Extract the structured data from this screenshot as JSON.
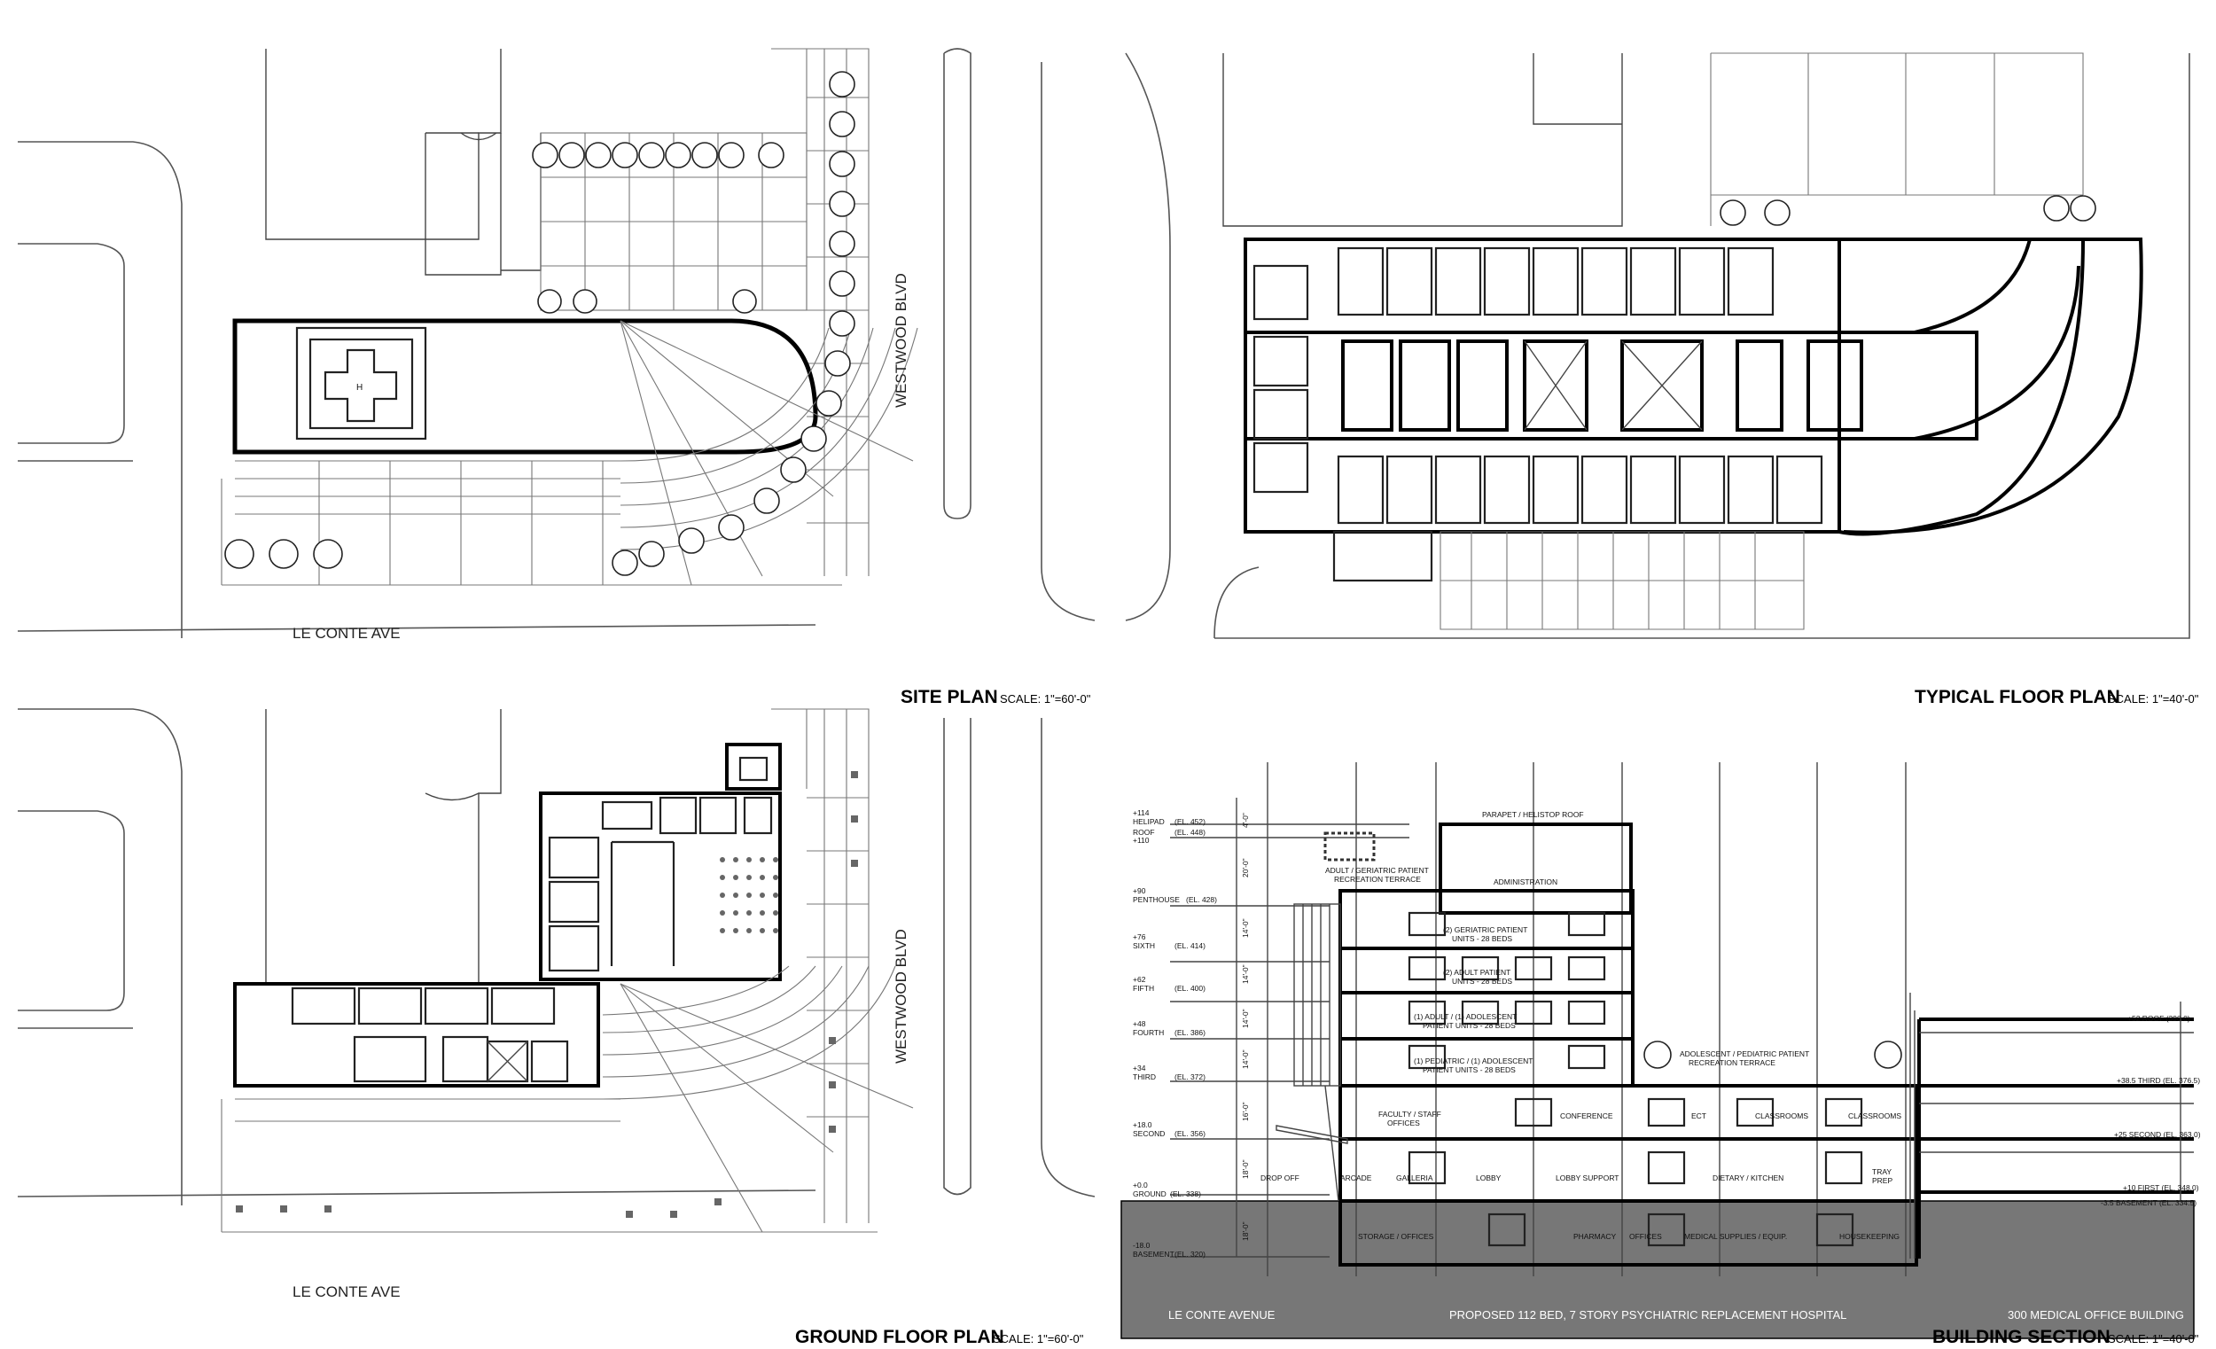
{
  "drawings": {
    "site_plan": {
      "title": "SITE PLAN",
      "scale": "SCALE: 1\"=60'-0\""
    },
    "typical_floor_plan": {
      "title": "TYPICAL FLOOR PLAN",
      "scale": "SCALE: 1\"=40'-0\""
    },
    "ground_floor_plan": {
      "title": "GROUND FLOOR PLAN",
      "scale": "SCALE: 1\"=60'-0\""
    },
    "building_section": {
      "title": "BUILDING SECTION",
      "scale": "SCALE: 1\"=40'-0\""
    }
  },
  "streets": {
    "le_conte": "LE CONTE AVE",
    "westwood": "WESTWOOD BLVD"
  },
  "section": {
    "levels": [
      {
        "height": "+114",
        "name": "HELIPAD",
        "elev": "(EL. 452)"
      },
      {
        "height": "+110",
        "name": "ROOF",
        "elev": "(EL. 448)"
      },
      {
        "height": "+90",
        "name": "PENTHOUSE",
        "elev": "(EL. 428)"
      },
      {
        "height": "+76",
        "name": "SIXTH",
        "elev": "(EL. 414)"
      },
      {
        "height": "+62",
        "name": "FIFTH",
        "elev": "(EL. 400)"
      },
      {
        "height": "+48",
        "name": "FOURTH",
        "elev": "(EL. 386)"
      },
      {
        "height": "+34",
        "name": "THIRD",
        "elev": "(EL. 372)"
      },
      {
        "height": "+18.0",
        "name": "SECOND",
        "elev": "(EL. 356)"
      },
      {
        "height": "+0.0",
        "name": "GROUND",
        "elev": "(EL. 338)"
      },
      {
        "height": "-18.0",
        "name": "BASEMENT",
        "elev": "(EL. 320)"
      }
    ],
    "dims": [
      "4'-0\"",
      "20'-0\"",
      "14'-0\"",
      "14'-0\"",
      "14'-0\"",
      "14'-0\"",
      "16'-0\"",
      "18'-0\"",
      "18'-0\""
    ],
    "floor_labels": {
      "parapet": "PARAPET / HELISTOP ROOF",
      "administration": "ADMINISTRATION",
      "rec_terrace_adult_1": "ADULT / GERIATRIC PATIENT",
      "rec_terrace_adult_2": "RECREATION TERRACE",
      "sixth_1": "(2) GERIATRIC PATIENT",
      "sixth_2": "UNITS - 28 BEDS",
      "fifth_1": "(2) ADULT PATIENT",
      "fifth_2": "UNITS - 28 BEDS",
      "fourth_1": "(1) ADULT / (1) ADOLESCENT",
      "fourth_2": "PATIENT UNITS - 28 BEDS",
      "third_1": "(1) PEDIATRIC / (1) ADOLESCENT",
      "third_2": "PATIENT UNITS - 28 BEDS",
      "rec_terrace_ped_1": "ADOLESCENT / PEDIATRIC PATIENT",
      "rec_terrace_ped_2": "RECREATION TERRACE",
      "faculty_1": "FACULTY / STAFF",
      "faculty_2": "OFFICES",
      "conference": "CONFERENCE",
      "ect": "ECT",
      "classrooms_1": "CLASSROOMS",
      "classrooms_2": "CLASSROOMS",
      "drop_off": "DROP OFF",
      "arcade": "ARCADE",
      "galleria": "GALLERIA",
      "lobby": "LOBBY",
      "lobby_support": "LOBBY SUPPORT",
      "dietary": "DIETARY / KITCHEN",
      "tray_1": "TRAY",
      "tray_2": "PREP",
      "storage": "STORAGE / OFFICES",
      "pharmacy": "PHARMACY",
      "offices": "OFFICES",
      "medical": "MEDICAL SUPPLIES / EQUIP.",
      "housekeeping": "HOUSEKEEPING"
    },
    "mob_levels": [
      {
        "label": "+52 ROOF (390.0)"
      },
      {
        "label": "+38.5 THIRD (EL. 376.5)"
      },
      {
        "label": "+25 SECOND (EL. 363.0)"
      },
      {
        "label": "+10 FIRST (EL. 348.0)"
      },
      {
        "label": "-3.5 BASEMENT (EL. 334.5)"
      }
    ],
    "ground_labels": {
      "le_conte_avenue": "LE CONTE AVENUE",
      "proposed": "PROPOSED 112 BED, 7 STORY PSYCHIATRIC REPLACEMENT HOSPITAL",
      "mob": "300 MEDICAL OFFICE BUILDING"
    }
  }
}
